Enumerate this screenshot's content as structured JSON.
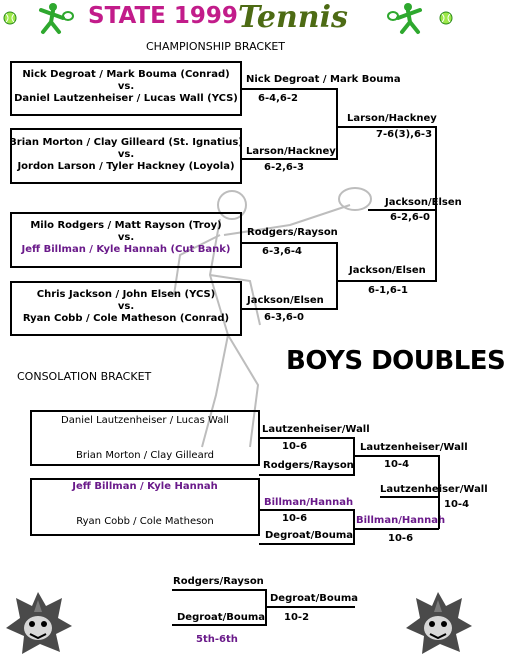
{
  "header": {
    "title_state": "STATE 1999",
    "title_tennis": "Tennis",
    "championship_label": "CHAMPIONSHIP BRACKET",
    "consolation_label": "CONSOLATION BRACKET",
    "boys_doubles": "BOYS DOUBLES"
  },
  "colors": {
    "title_state": "#c21c8a",
    "title_tennis": "#4d6b14",
    "icon_green": "#2ea82e",
    "purple_text": "#6a1a8a"
  },
  "championship": {
    "match1": {
      "team1": "Nick Degroat / Mark Bouma (Conrad)",
      "vs": "vs.",
      "team2": "Daniel Lautzenheiser / Lucas Wall (YCS)",
      "winner": "Nick Degroat / Mark Bouma",
      "score": "6-4,6-2"
    },
    "match2": {
      "team1": "Brian Morton / Clay Gilleard (St. Ignatius)",
      "vs": "vs.",
      "team2": "Jordon Larson / Tyler Hackney (Loyola)",
      "winner": "Larson/Hackney",
      "score": "6-2,6-3"
    },
    "match3": {
      "team1": "Milo Rodgers / Matt Rayson (Troy)",
      "vs": "vs.",
      "team2": "Jeff Billman / Kyle Hannah (Cut Bank)",
      "winner": "Rodgers/Rayson",
      "score": "6-3,6-4"
    },
    "match4": {
      "team1": "Chris Jackson / John Elsen (YCS)",
      "vs": "vs.",
      "team2": "Ryan Cobb / Cole Matheson (Conrad)",
      "winner": "Jackson/Elsen",
      "score": "6-3,6-0"
    },
    "semi1": {
      "winner": "Larson/Hackney",
      "score": "7-6(3),6-3"
    },
    "semi2": {
      "winner": "Jackson/Elsen",
      "score": "6-1,6-1"
    },
    "final": {
      "winner": "Jackson/Elsen",
      "score": "6-2,6-0"
    }
  },
  "consolation": {
    "match1": {
      "team1": "Daniel Lautzenheiser / Lucas Wall",
      "team2": "Brian Morton / Clay Gilleard",
      "winner_top": "Lautzenheiser/Wall",
      "score_top": "10-6",
      "entry_bottom": "Rodgers/Rayson"
    },
    "match2": {
      "team1": "Jeff Billman / Kyle Hannah",
      "team2": "Ryan Cobb / Cole Matheson",
      "winner_top": "Billman/Hannah",
      "score_top": "10-6",
      "entry_bottom": "Degroat/Bouma"
    },
    "semi1": {
      "winner": "Lautzenheiser/Wall",
      "score": "10-4"
    },
    "semi2": {
      "winner": "Billman/Hannah",
      "score": "10-6"
    },
    "final": {
      "winner": "Lautzenheiser/Wall",
      "score": "10-4"
    },
    "fifth": {
      "team1": "Rodgers/Rayson",
      "team2": "Degroat/Bouma",
      "winner": "Degroat/Bouma",
      "score": "10-2",
      "label": "5th-6th"
    }
  }
}
